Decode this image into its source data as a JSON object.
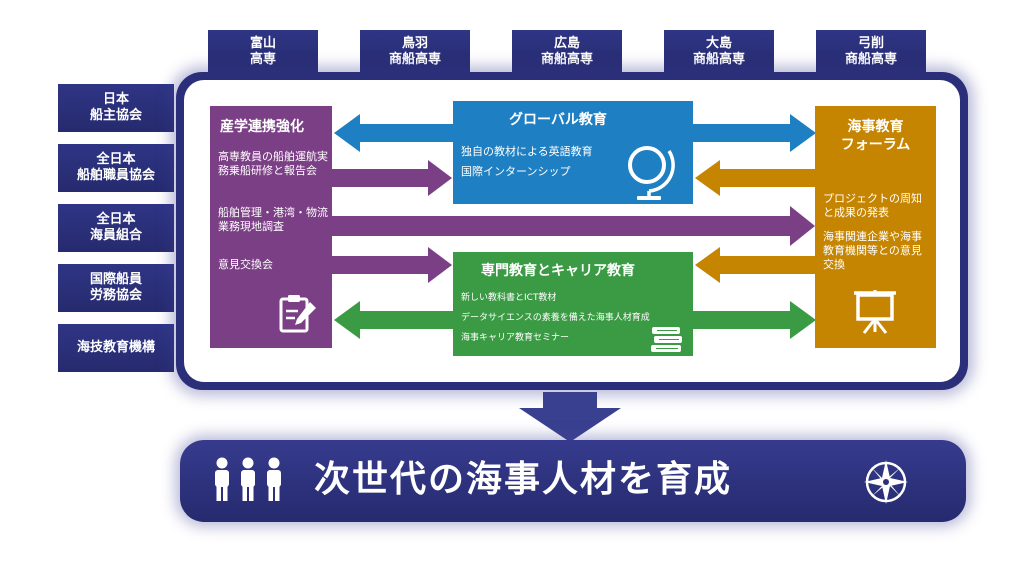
{
  "schools": [
    "富山\n高専",
    "鳥羽\n商船高専",
    "広島\n商船高専",
    "大島\n商船高専",
    "弓削\n商船高専"
  ],
  "organizations": [
    "日本\n船主協会",
    "全日本\n船舶職員協会",
    "全日本\n海員組合",
    "国際船員\n労務協会",
    "海技教育機構"
  ],
  "industry": {
    "title": "産学連携強化",
    "item1": "高専教員の船舶運航実務乗船研修と報告会",
    "item2": "船舶管理・港湾・物流業務現地調査",
    "item3": "意見交換会",
    "icon": "clipboard-pen-icon"
  },
  "global": {
    "title": "グローバル教育",
    "item1": "独自の教材による英語教育",
    "item2": "国際インターンシップ",
    "icon": "globe-icon"
  },
  "specialized": {
    "title": "専門教育とキャリア教育",
    "item1": "新しい教科書とICT教材",
    "item2": "データサイエンスの素養を備えた海事人材育成",
    "item3": "海事キャリア教育セミナー",
    "icon": "books-icon"
  },
  "forum": {
    "title": "海事教育\nフォーラム",
    "item1": "プロジェクトの周知と成果の発表",
    "item2": "海事関連企業や海事教育機関等との意見交換",
    "icon": "presentation-board-icon"
  },
  "goal": {
    "text": "次世代の海事人材を育成",
    "left_icon": "people-group-icon",
    "right_icon": "compass-rose-icon"
  },
  "colors": {
    "navy": "#2b2f79",
    "purple": "#7b3f85",
    "blue": "#1e7fc2",
    "green": "#3a9b44",
    "orange": "#c68500"
  }
}
